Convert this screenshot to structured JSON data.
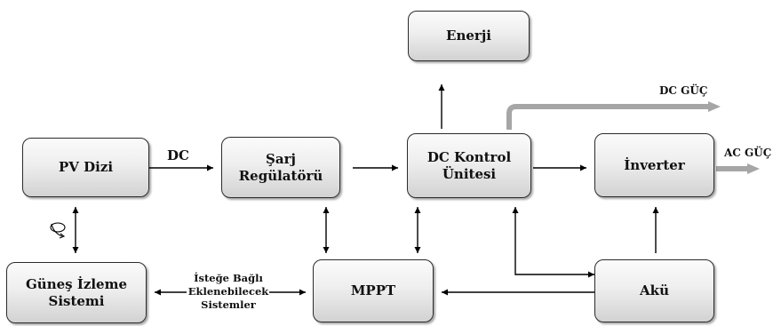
{
  "blocks": {
    "enerji": "Enerji",
    "pv_dizi": "PV Dizi",
    "sarj_regulatoru": "Şarj\nRegülatörü",
    "dc_kontrol": "DC Kontrol\nÜnitesi",
    "inverter": "İnverter",
    "gunes_izleme": "Güneş İzleme\nSistemi",
    "mppt": "MPPT",
    "aku": "Akü"
  },
  "labels": {
    "dc": "DC",
    "dc_guc": "DC GÜÇ",
    "ac_guc": "AC GÜÇ",
    "optional_systems": "İsteğe Bağlı\nEklenebilecek\nSistemler"
  },
  "colors": {
    "arrow": "#000000",
    "power_arrow": "#a6a6a6"
  }
}
